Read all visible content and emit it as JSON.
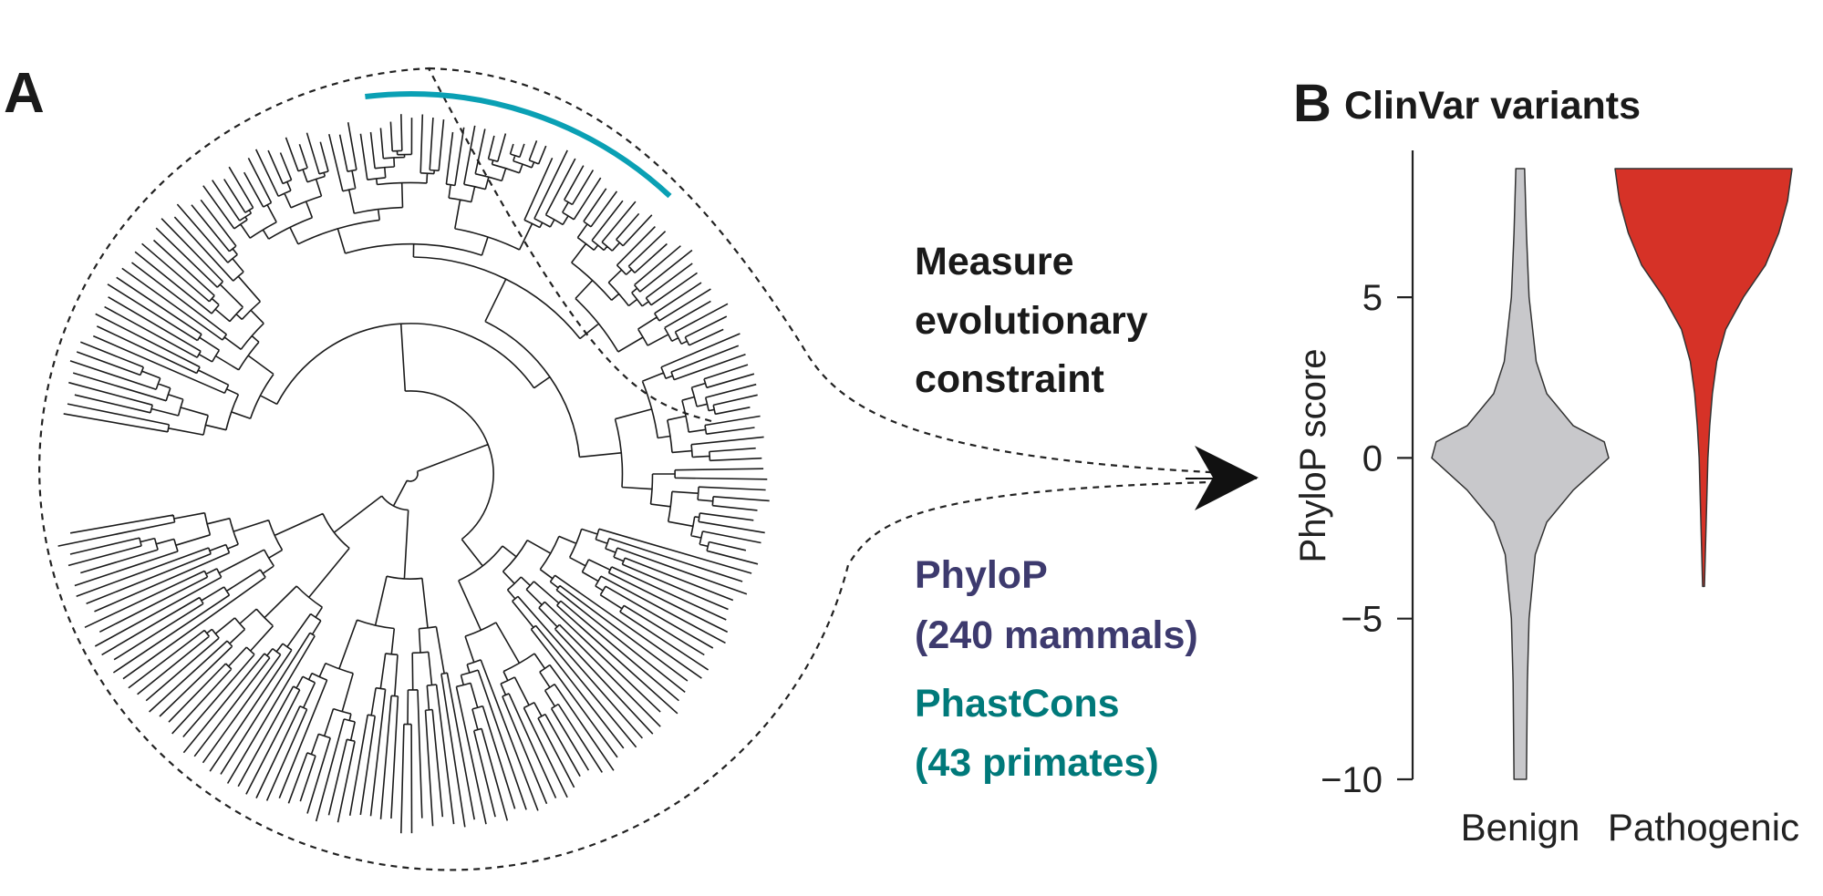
{
  "panel_a": {
    "letter": "A",
    "caption_lines": [
      "Measure",
      "evolutionary",
      "constraint"
    ],
    "phylop": {
      "lines": [
        "PhyloP",
        "(240 mammals)"
      ],
      "color": "#3d3a6e"
    },
    "phastcons": {
      "lines": [
        "PhastCons",
        "(43 primates)"
      ],
      "color": "#00797a"
    },
    "primate_arc_color": "#0aa0b4"
  },
  "panel_b": {
    "letter": "B",
    "title": "ClinVar variants",
    "chart_data": {
      "type": "violin",
      "ylabel": "PhyloP score",
      "ylim": [
        -10,
        9.2
      ],
      "yticks": [
        5,
        0,
        -5,
        -10
      ],
      "ytick_labels": [
        "5",
        "0",
        "−5",
        "−10"
      ],
      "categories": [
        "Benign",
        "Pathogenic"
      ],
      "series": [
        {
          "name": "Benign",
          "color": "#c8c8cb",
          "label_color": "#2a2a2a",
          "min": -10,
          "max": 9.0,
          "profile": [
            [
              -10,
              0.07
            ],
            [
              -7,
              0.08
            ],
            [
              -5,
              0.1
            ],
            [
              -3,
              0.17
            ],
            [
              -2,
              0.3
            ],
            [
              -1,
              0.6
            ],
            [
              0,
              1.0
            ],
            [
              0.5,
              0.95
            ],
            [
              1,
              0.6
            ],
            [
              2,
              0.3
            ],
            [
              3,
              0.18
            ],
            [
              5,
              0.1
            ],
            [
              7,
              0.07
            ],
            [
              9,
              0.05
            ]
          ]
        },
        {
          "name": "Pathogenic",
          "color": "#d63227",
          "label_color": "#d63227",
          "min": -4,
          "max": 9.0,
          "profile": [
            [
              -4,
              0.01
            ],
            [
              -2,
              0.03
            ],
            [
              0,
              0.05
            ],
            [
              1,
              0.07
            ],
            [
              2,
              0.1
            ],
            [
              3,
              0.15
            ],
            [
              4,
              0.25
            ],
            [
              5,
              0.45
            ],
            [
              6,
              0.7
            ],
            [
              7,
              0.85
            ],
            [
              8,
              0.95
            ],
            [
              9,
              1.0
            ]
          ]
        }
      ]
    }
  }
}
